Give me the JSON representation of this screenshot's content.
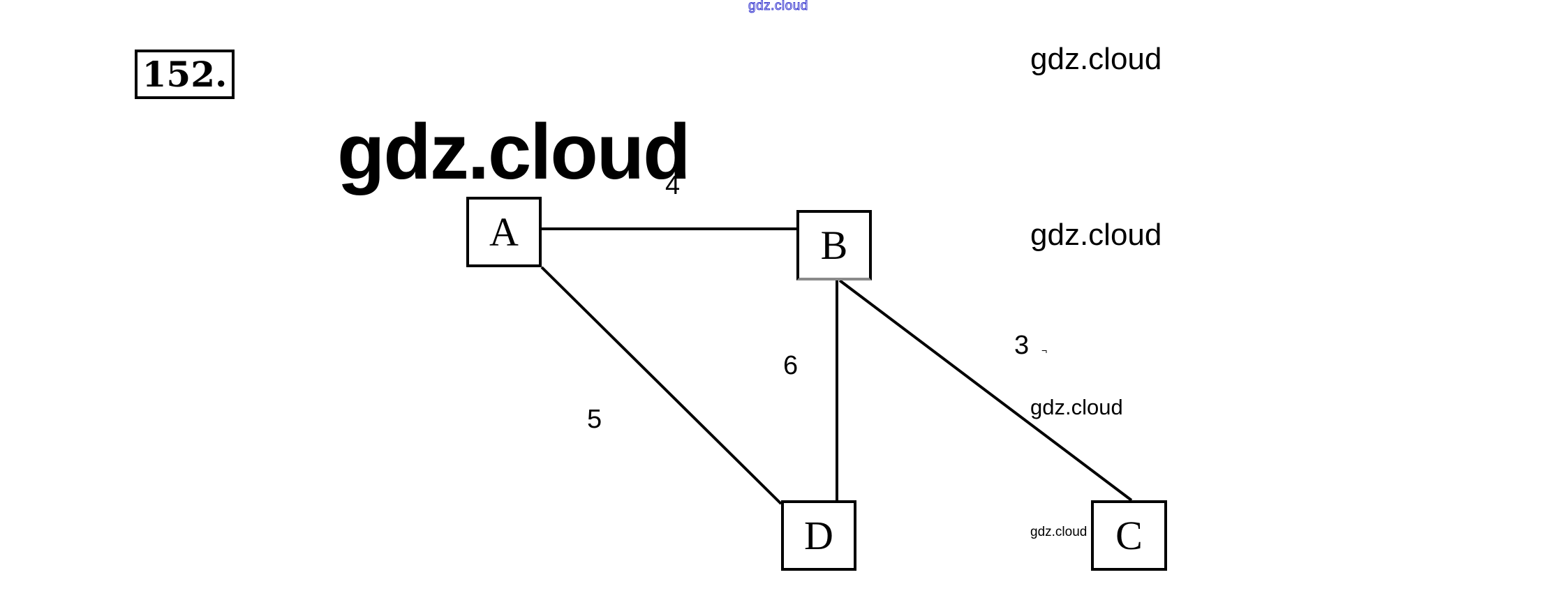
{
  "watermarks": {
    "top": "gdz.cloud",
    "big": "gdz.cloud",
    "right_1": "gdz.cloud",
    "right_2": "gdz.cloud",
    "right_3": "gdz.cloud",
    "near_c": "gdz.cloud"
  },
  "problem_number": "152.",
  "graph": {
    "nodes": [
      {
        "id": "A",
        "label": "A"
      },
      {
        "id": "B",
        "label": "B"
      },
      {
        "id": "C",
        "label": "C"
      },
      {
        "id": "D",
        "label": "D"
      }
    ],
    "edges": [
      {
        "from": "A",
        "to": "B",
        "weight": "4"
      },
      {
        "from": "A",
        "to": "D",
        "weight": "5"
      },
      {
        "from": "B",
        "to": "D",
        "weight": "6"
      },
      {
        "from": "B",
        "to": "C",
        "weight": "3"
      }
    ]
  },
  "stray_mark": "¬",
  "colors": {
    "ink": "#000000",
    "watermark_top_outline": "#3b3bd0",
    "faded_stroke": "#8a8a8a"
  }
}
